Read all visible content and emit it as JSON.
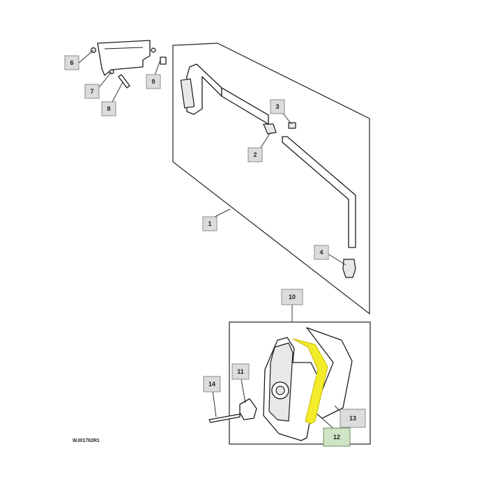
{
  "diagram": {
    "reference_code": "WJ01782R1",
    "highlight_color": "#f2ec2a",
    "callouts": [
      {
        "id": "1",
        "label": "1"
      },
      {
        "id": "2",
        "label": "2"
      },
      {
        "id": "3",
        "label": "3"
      },
      {
        "id": "4",
        "label": "4"
      },
      {
        "id": "6",
        "label": "6"
      },
      {
        "id": "7",
        "label": "7"
      },
      {
        "id": "8",
        "label": "8"
      },
      {
        "id": "9",
        "label": "9"
      },
      {
        "id": "10",
        "label": "10"
      },
      {
        "id": "11",
        "label": "11"
      },
      {
        "id": "12",
        "label": "12",
        "highlighted": true
      },
      {
        "id": "13",
        "label": "13"
      },
      {
        "id": "14",
        "label": "14"
      }
    ]
  }
}
